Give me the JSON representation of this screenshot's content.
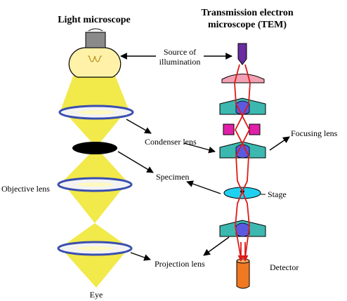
{
  "titles": {
    "light": "Light microscope",
    "tem_line1": "Transmission electron",
    "tem_line2": "microscope (TEM)"
  },
  "labels": {
    "source_line1": "Source of",
    "source_line2": "illumination",
    "condenser": "Condenser lens",
    "focusing": "Focusing lens",
    "objective": "Objective lens",
    "specimen": "Specimen",
    "stage": "Stage",
    "projection": "Projection lens",
    "detector": "Detector",
    "eye": "Eye"
  },
  "colors": {
    "light_beam": "#f2e94a",
    "bulb_glass": "#fff2a8",
    "bulb_base": "#8a8a8a",
    "lens_rim": "#3a4fb0",
    "lens_fill": "#f3f3f3",
    "tem_lens": "#3cb8b0",
    "tem_lens_core": "#5a5ae0",
    "electron_gun": "#6a2ca0",
    "pink_lens": "#f2a0b4",
    "magnet": "#e020a8",
    "stage": "#20d0f0",
    "detector": "#f07820",
    "electron_ray": "#e01818"
  }
}
